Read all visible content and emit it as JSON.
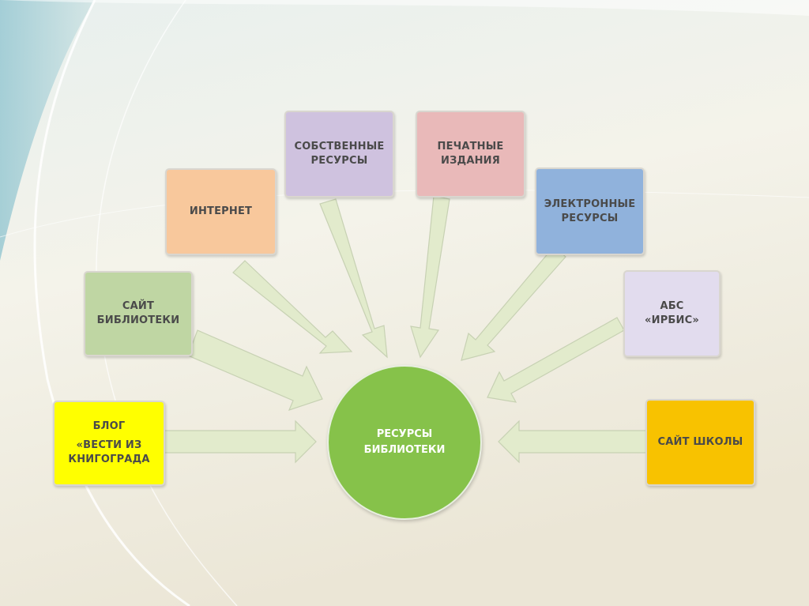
{
  "diagram": {
    "center": {
      "lines": [
        "РЕСУРСЫ",
        "БИБЛИОТЕКИ"
      ],
      "color": "#86c24a"
    },
    "nodes": [
      {
        "id": "blog",
        "lines": [
          "БЛОГ",
          "«ВЕСТИ ИЗ",
          "КНИГОГРАДА"
        ],
        "color": "#ffff00"
      },
      {
        "id": "library-site",
        "lines": [
          "САЙТ",
          "БИБЛИОТЕКИ"
        ],
        "color": "#bfd6a3"
      },
      {
        "id": "internet",
        "lines": [
          "ИНТЕРНЕТ"
        ],
        "color": "#f8c89c"
      },
      {
        "id": "own-resources",
        "lines": [
          "СОБСТВЕННЫЕ",
          "РЕСУРСЫ"
        ],
        "color": "#cfc2df"
      },
      {
        "id": "printed",
        "lines": [
          "ПЕЧАТНЫЕ",
          "ИЗДАНИЯ"
        ],
        "color": "#e9b9b9"
      },
      {
        "id": "electronic",
        "lines": [
          "ЭЛЕКТРОННЫЕ",
          "РЕСУРСЫ"
        ],
        "color": "#90b2dc"
      },
      {
        "id": "abs-irbis",
        "lines": [
          "АБС",
          "«ИРБИС»"
        ],
        "color": "#e2dcee"
      },
      {
        "id": "school-site",
        "lines": [
          "САЙТ ШКОЛЫ"
        ],
        "color": "#f8c200"
      }
    ],
    "arrow_color": "#e2ebcc"
  }
}
